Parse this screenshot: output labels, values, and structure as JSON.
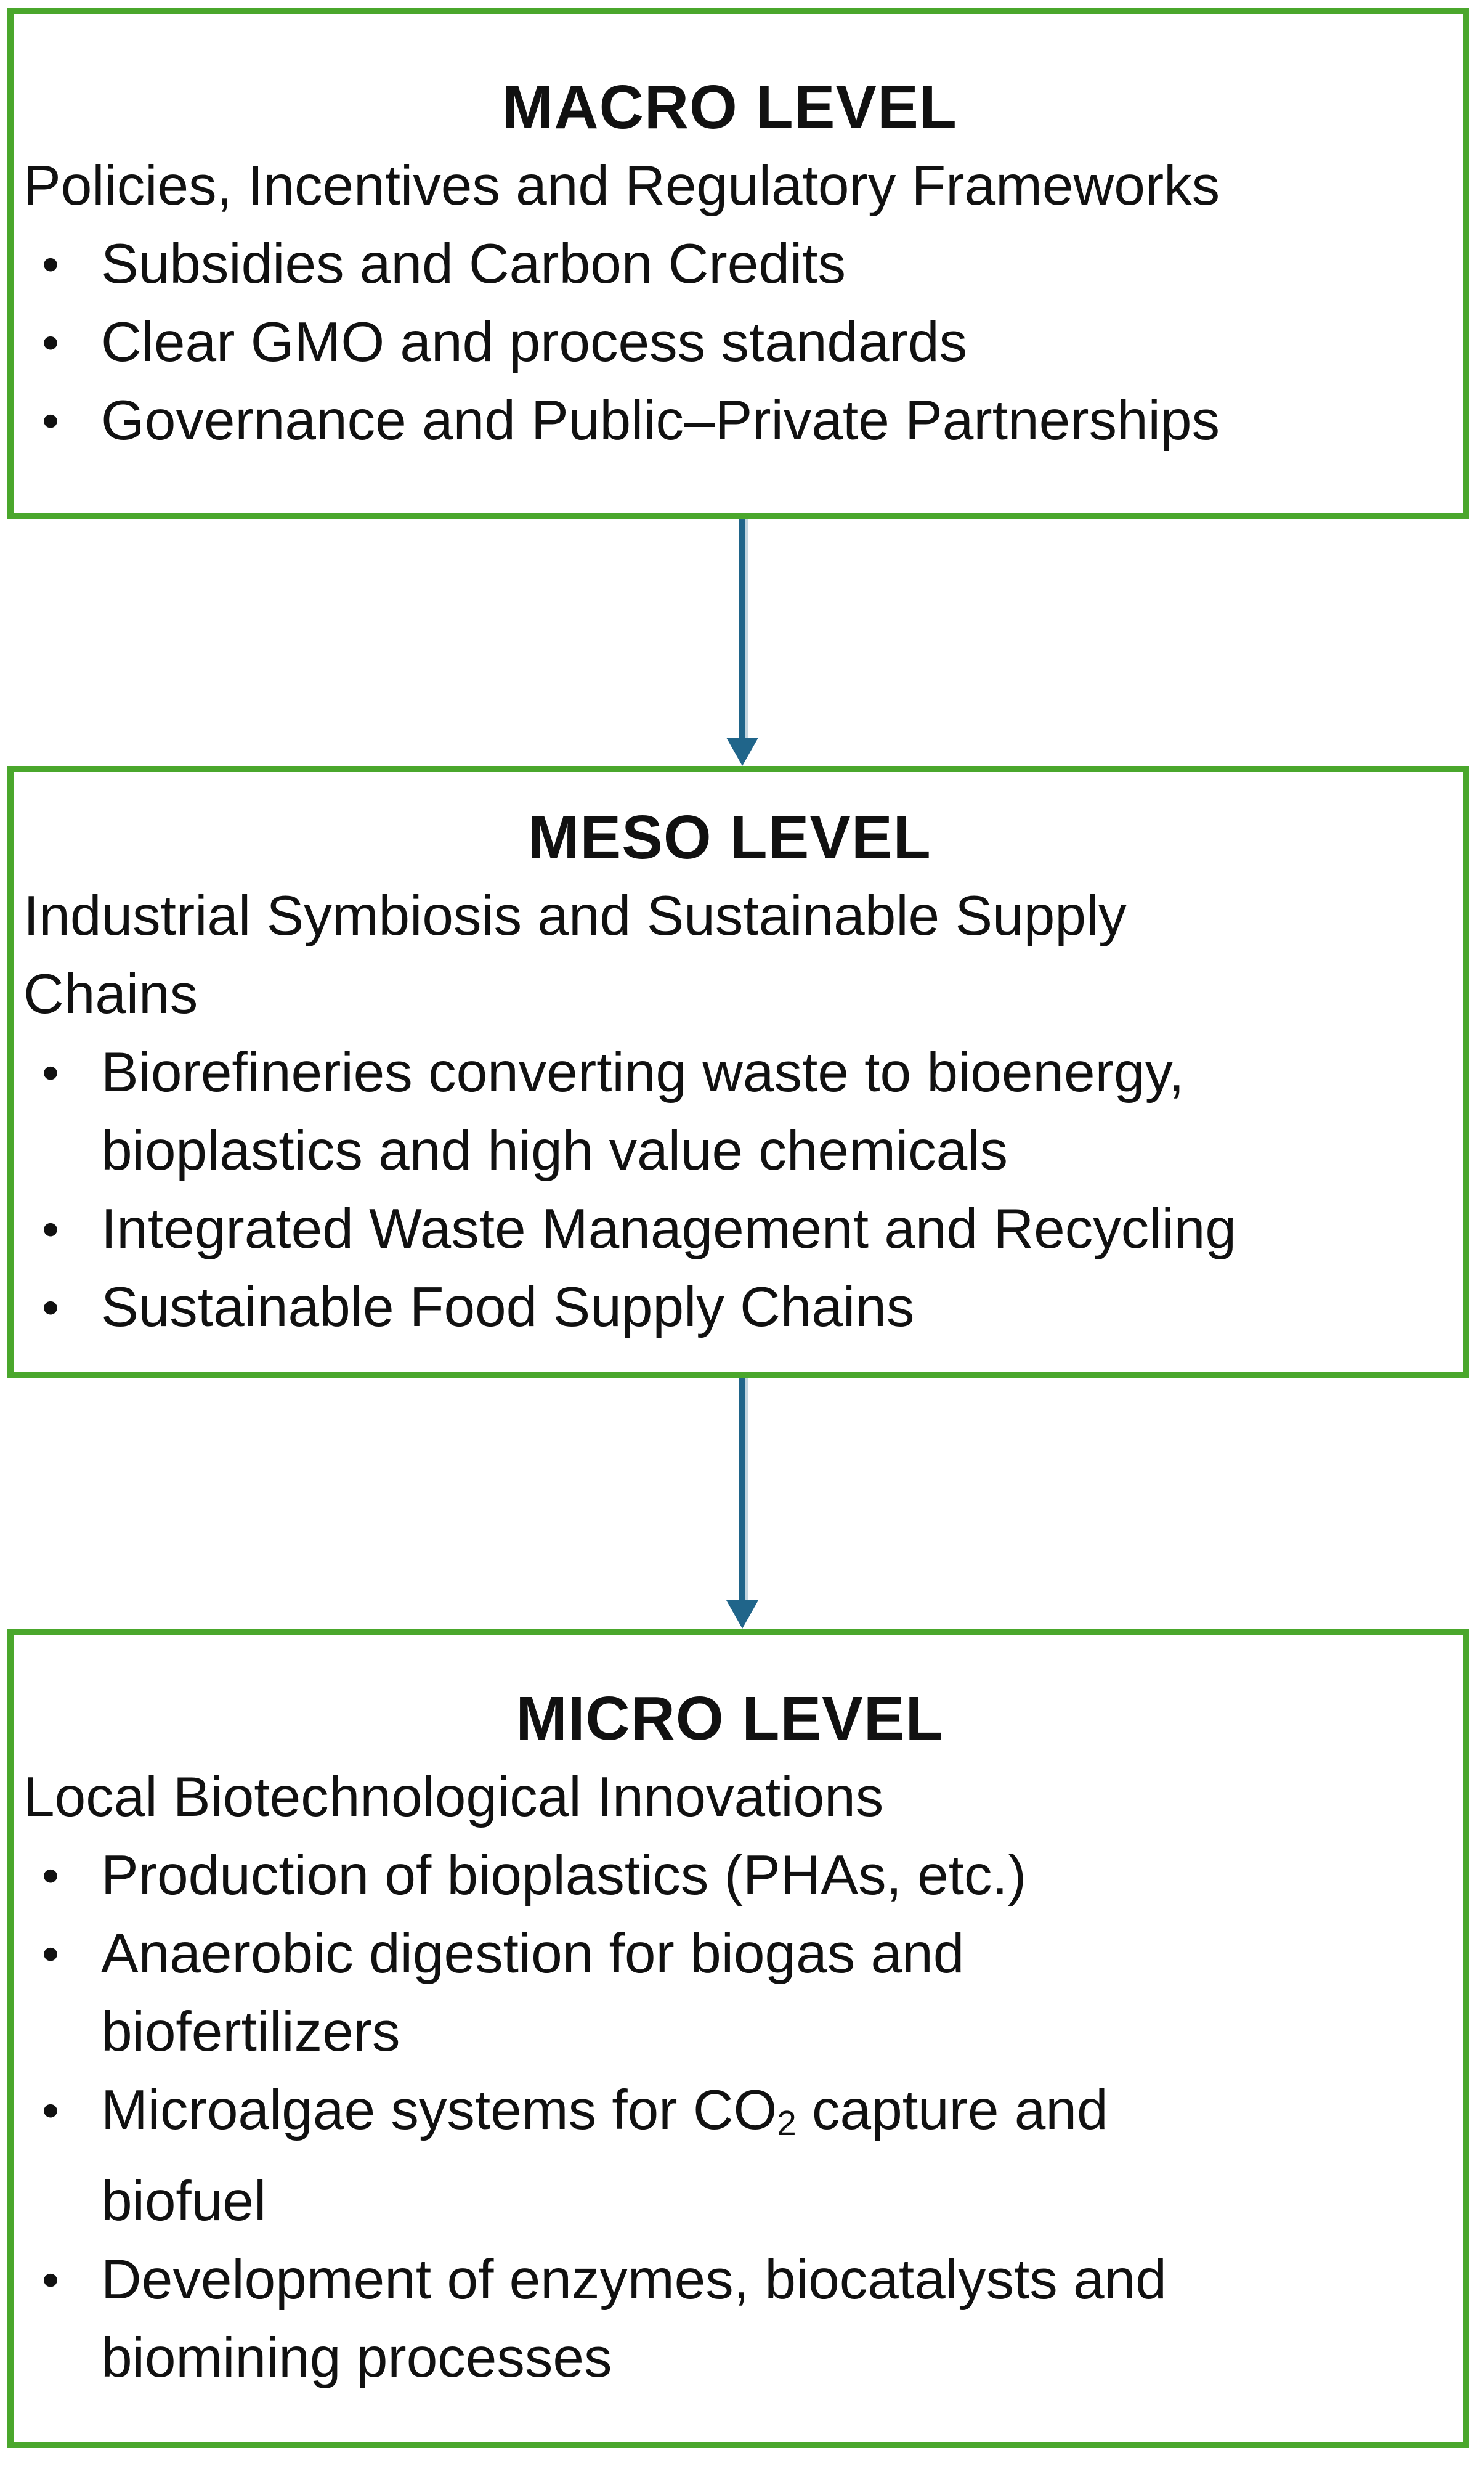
{
  "glyphs": {
    "bullet": "•"
  },
  "colors": {
    "box_border_green": "#4aa72c",
    "arrow_blue": "#20658a",
    "text": "#111111",
    "background": "#ffffff"
  },
  "boxes": [
    {
      "id": "macro",
      "title": "MACRO LEVEL",
      "subtitle": "Policies, Incentives and Regulatory Frameworks",
      "bullets": [
        {
          "text": "Subsidies and Carbon Credits"
        },
        {
          "text": "Clear GMO and process standards"
        },
        {
          "text": "Governance and Public–Private Partnerships"
        }
      ]
    },
    {
      "id": "meso",
      "title": "MESO LEVEL",
      "subtitle": "Industrial Symbiosis and Sustainable Supply\nChains",
      "bullets": [
        {
          "text": "Biorefineries converting waste to bioenergy,\nbioplastics and high value chemicals"
        },
        {
          "text": "Integrated Waste Management and Recycling"
        },
        {
          "text": "Sustainable Food Supply Chains"
        }
      ]
    },
    {
      "id": "micro",
      "title": "MICRO LEVEL",
      "subtitle": "Local Biotechnological Innovations",
      "bullets": [
        {
          "text": "Production of bioplastics (PHAs, etc.)"
        },
        {
          "text": "Anaerobic digestion for biogas and\nbiofertilizers"
        },
        {
          "pre": "Microalgae systems for CO",
          "sub": "2",
          "post": " capture and\nbiofuel"
        },
        {
          "text": "Development of enzymes, biocatalysts and\nbiomining processes"
        }
      ]
    }
  ],
  "arrows": [
    {
      "from": "macro",
      "to": "meso",
      "direction": "down"
    },
    {
      "from": "meso",
      "to": "micro",
      "direction": "down"
    }
  ]
}
